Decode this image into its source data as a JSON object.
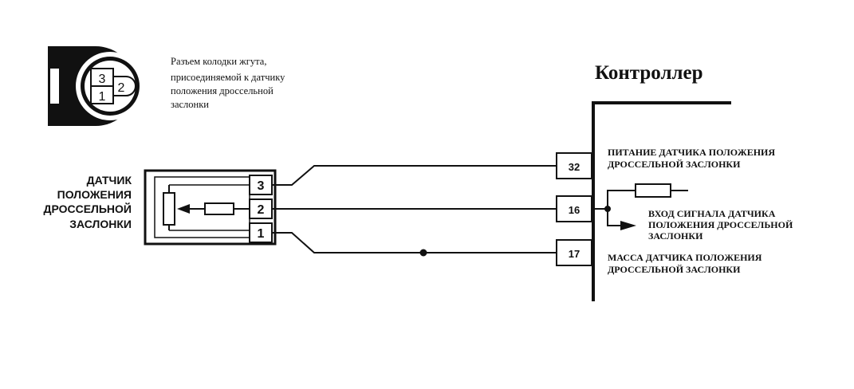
{
  "connector_caption": {
    "lines": [
      "Разъем колодки жгута,",
      "присоединяемой к датчику",
      "положения дроссельной",
      "заслонки"
    ]
  },
  "connector_pins": {
    "pin3": "3",
    "pin2": "2",
    "pin1": "1"
  },
  "controller_title": "Контроллер",
  "sensor": {
    "label_lines": [
      "ДАТЧИК",
      "ПОЛОЖЕНИЯ",
      "ДРОССЕЛЬНОЙ",
      "ЗАСЛОНКИ"
    ],
    "pins": [
      "3",
      "2",
      "1"
    ]
  },
  "controller_pins": {
    "supply": "32",
    "signal": "16",
    "ground": "17"
  },
  "controller_labels": {
    "supply_lines": [
      "ПИТАНИЕ ДАТЧИКА ПОЛОЖЕНИЯ",
      "ДРОССЕЛЬНОЙ ЗАСЛОНКИ"
    ],
    "signal_lines": [
      "ВХОД СИГНАЛА ДАТЧИКА",
      "ПОЛОЖЕНИЯ ДРОССЕЛЬНОЙ",
      "ЗАСЛОНКИ"
    ],
    "ground_lines": [
      "МАССА ДАТЧИКА ПОЛОЖЕНИЯ",
      "ДРОССЕЛЬНОЙ ЗАСЛОНКИ"
    ]
  }
}
